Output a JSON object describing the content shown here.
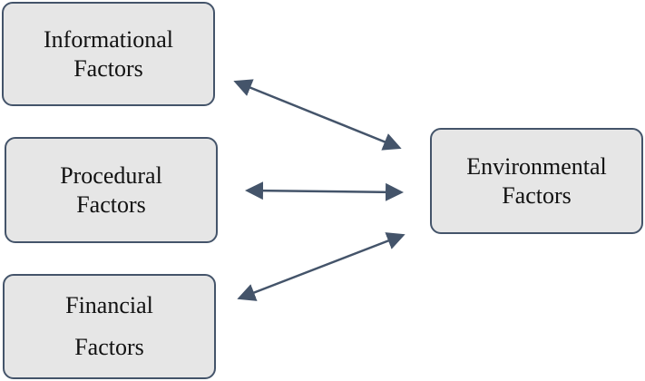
{
  "nodes": {
    "informational": [
      "Informational",
      "Factors"
    ],
    "procedural": [
      "Procedural",
      "Factors"
    ],
    "financial": [
      "Financial",
      "Factors"
    ],
    "environmental": [
      "Environmental",
      "Factors"
    ]
  }
}
